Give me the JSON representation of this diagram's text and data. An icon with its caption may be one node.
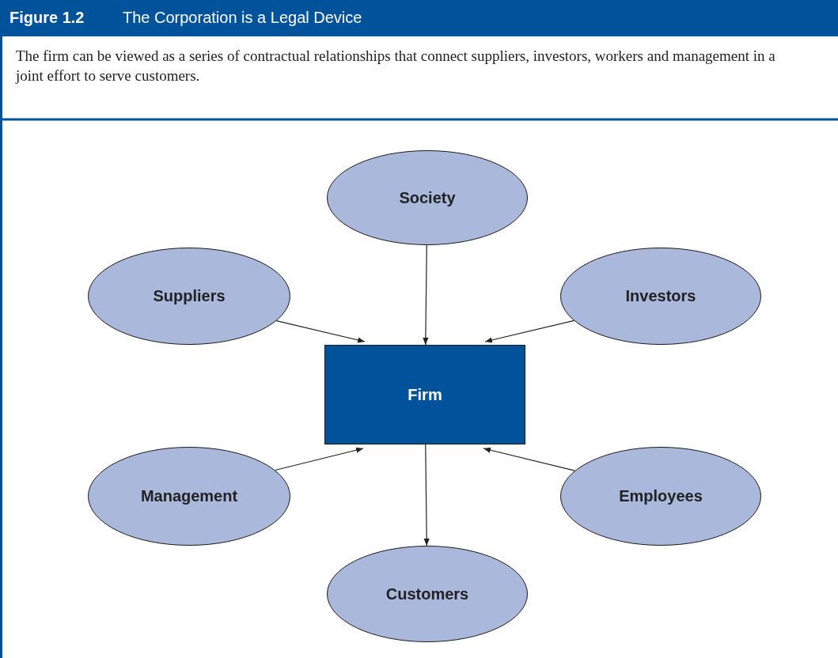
{
  "diagram": {
    "title": "The Corporation is a Legal Device",
    "caption": "The firm can be viewed as a series of contractual relationships that connect suppliers, investors, workers and management in a joint effort to serve customers.",
    "nodes": [
      {
        "text": [
          "Society"
        ]
      },
      {
        "text": [
          "Suppliers"
        ]
      },
      {
        "text": [
          "Investors"
        ]
      },
      {
        "text": [
          "Firm"
        ]
      },
      {
        "text": [
          "Management"
        ]
      },
      {
        "text": [
          "Employees"
        ]
      },
      {
        "text": [
          "Customers"
        ]
      }
    ],
    "edges": [
      {
        "from": 0,
        "to": 3,
        "arrow": "to"
      },
      {
        "from": 1,
        "to": 3,
        "arrow": "to"
      },
      {
        "from": 2,
        "to": 3,
        "arrow": "to"
      },
      {
        "from": 4,
        "to": 3,
        "arrow": "to"
      },
      {
        "from": 5,
        "to": 3,
        "arrow": "to"
      },
      {
        "from": 3,
        "to": 6,
        "arrow": "to"
      }
    ],
    "labels": [
      "Figure 1.2"
    ]
  }
}
